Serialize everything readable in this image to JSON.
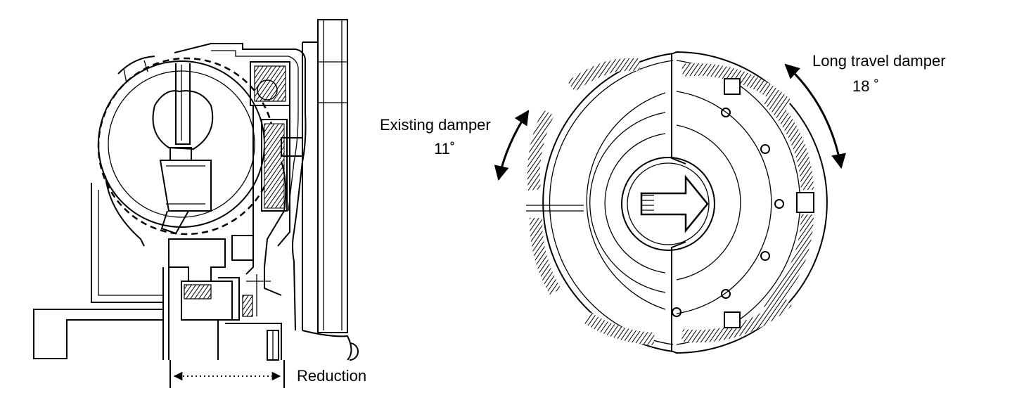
{
  "labels": {
    "reduction": "Reduction",
    "existing_damper": "Existing damper",
    "existing_damper_angle": "11˚",
    "long_travel_damper": "Long travel damper",
    "long_travel_damper_angle": "18 ˚"
  },
  "colors": {
    "ink": "#000000",
    "paper": "#ffffff"
  }
}
